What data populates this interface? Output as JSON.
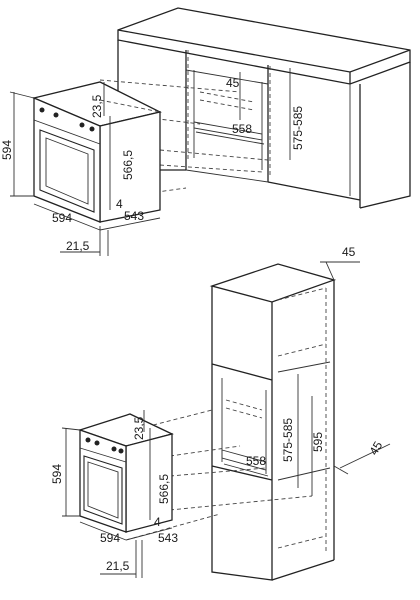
{
  "labels": {
    "top": {
      "oven_height": "594",
      "oven_width": "594",
      "oven_depth": "543",
      "front_offset": "21,5",
      "inner_height": "566,5",
      "top_offset": "23,5",
      "bottom_gap": "4",
      "rear_gap": "45",
      "niche_width": "558",
      "niche_height": "575-585"
    },
    "bottom": {
      "oven_height": "594",
      "oven_width": "594",
      "oven_depth": "543",
      "front_offset": "21,5",
      "inner_height": "566,5",
      "top_offset": "23,5",
      "bottom_gap": "4",
      "niche_width": "558",
      "niche_height": "575-585",
      "cabinet_height": "595",
      "side_gap": "45",
      "top_gap": "45"
    }
  },
  "colors": {
    "line": "#222222",
    "background": "#ffffff"
  }
}
